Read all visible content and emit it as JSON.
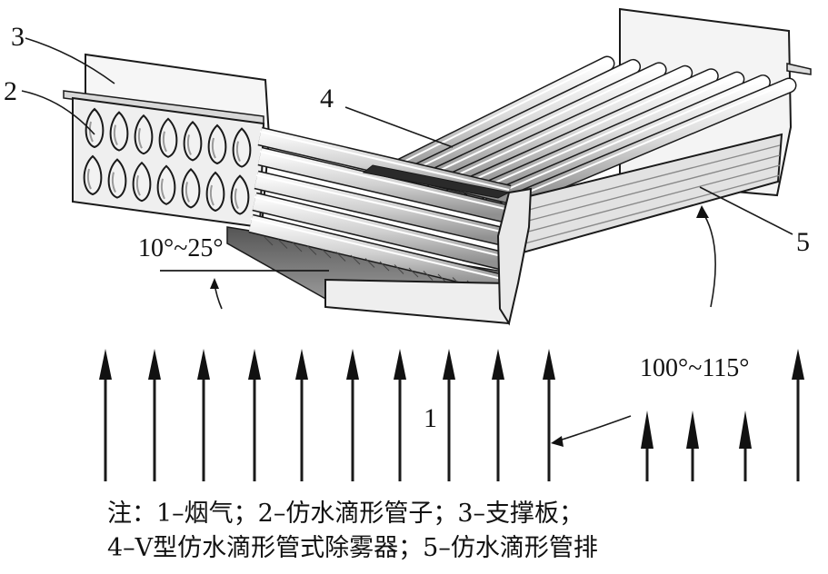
{
  "labels": {
    "flue_gas": "1",
    "tube": "2",
    "support_plate": "3",
    "demister": "4",
    "tube_row": "5"
  },
  "angles": {
    "tilt": "10°~25°",
    "v_angle": "100°~115°"
  },
  "notes": [
    "注：1–烟气；2–仿水滴形管子；3–支撑板；",
    "4–V型仿水滴形管式除雾器；5–仿水滴形管排"
  ],
  "colors": {
    "line": "#1a1a1a",
    "tube_light": "#e6e6e6",
    "tube_mid": "#c4c4c4",
    "tube_dark": "#7a7a7a",
    "plate": "#f4f4f4"
  }
}
